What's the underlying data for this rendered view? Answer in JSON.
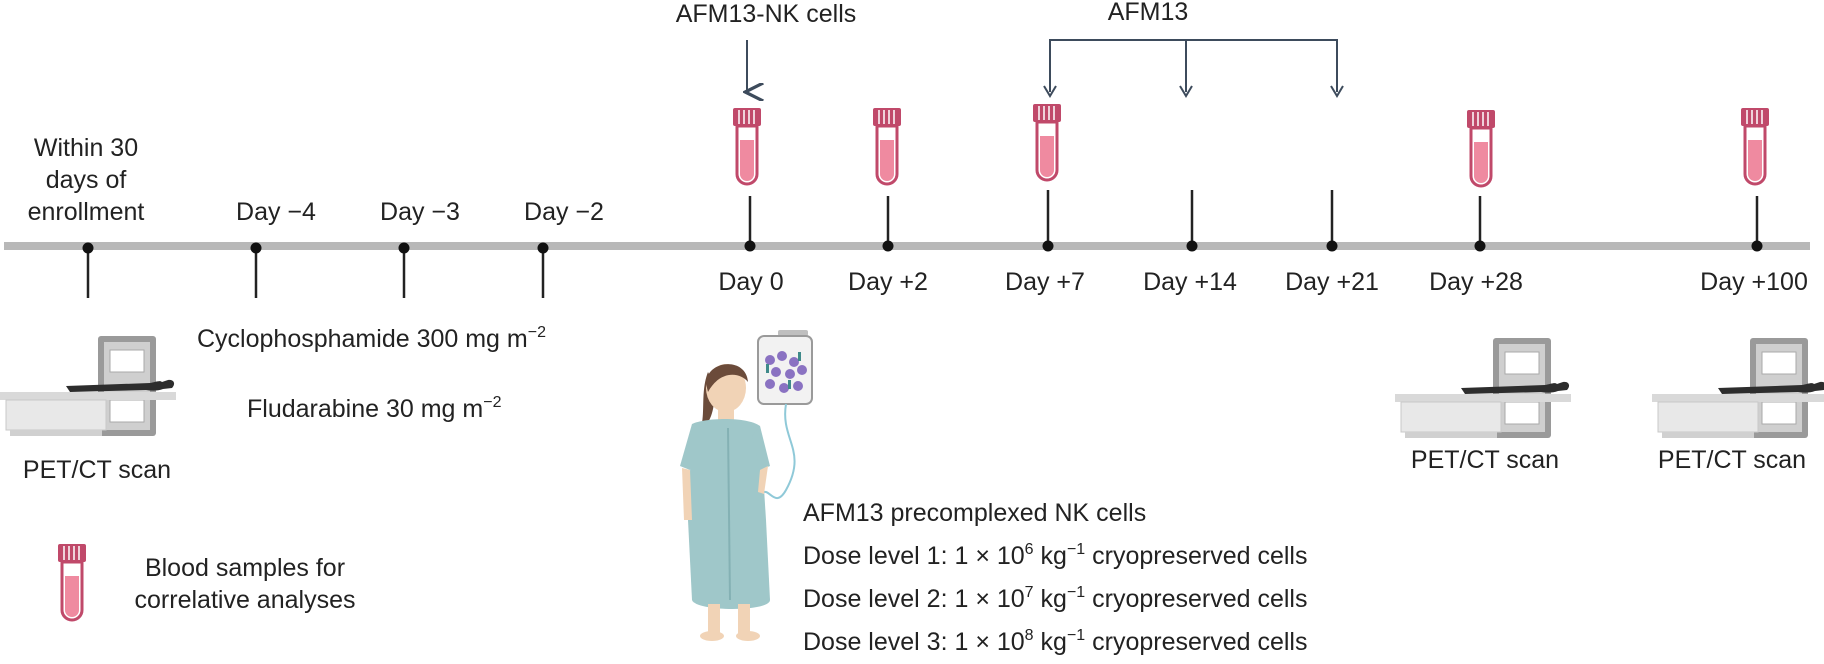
{
  "header": {
    "nk_infusion": "AFM13-NK cells",
    "afm13": "AFM13"
  },
  "enrollment_label": [
    "Within 30",
    "days of",
    "enrollment"
  ],
  "days_top": [
    {
      "id": "d-4",
      "label": "Day −4"
    },
    {
      "id": "d-3",
      "label": "Day −3"
    },
    {
      "id": "d-2",
      "label": "Day −2"
    }
  ],
  "days_bottom": [
    {
      "id": "d0",
      "label": "Day 0"
    },
    {
      "id": "d2",
      "label": "Day +2"
    },
    {
      "id": "d7",
      "label": "Day +7"
    },
    {
      "id": "d14",
      "label": "Day +14"
    },
    {
      "id": "d21",
      "label": "Day +21"
    },
    {
      "id": "d28",
      "label": "Day +28"
    },
    {
      "id": "d100",
      "label": "Day +100"
    }
  ],
  "chemo": {
    "cyclophosphamide_text": "Cyclophosphamide 300 mg m",
    "cyclophosphamide_exp": "−2",
    "fludarabine_text": "Fludarabine  30 mg m",
    "fludarabine_exp": "−2"
  },
  "scan_label": "PET/CT scan",
  "legend": {
    "line1": "Blood samples for",
    "line2": "correlative analyses"
  },
  "dosing": {
    "title": "AFM13 precomplexed NK cells",
    "levels": [
      {
        "prefix": "Dose level 1: 1 × 10",
        "exp": "6",
        "mid": " kg",
        "unit_exp": "−1",
        "suffix": " cryopreserved cells"
      },
      {
        "prefix": "Dose level 2: 1 × 10",
        "exp": "7",
        "mid": " kg",
        "unit_exp": "−1",
        "suffix": " cryopreserved cells"
      },
      {
        "prefix": "Dose level 3: 1 × 10",
        "exp": "8",
        "mid": " kg",
        "unit_exp": "−1",
        "suffix": " cryopreserved cells"
      }
    ]
  },
  "colors": {
    "axis": "#b8b8b8",
    "bracket": "#3d4b5c",
    "tube_outline": "#c0496a",
    "tube_fill": "#ef8aa0",
    "gown": "#9fc7c9",
    "skin": "#f1d3b6",
    "hair": "#6b4b3a"
  }
}
